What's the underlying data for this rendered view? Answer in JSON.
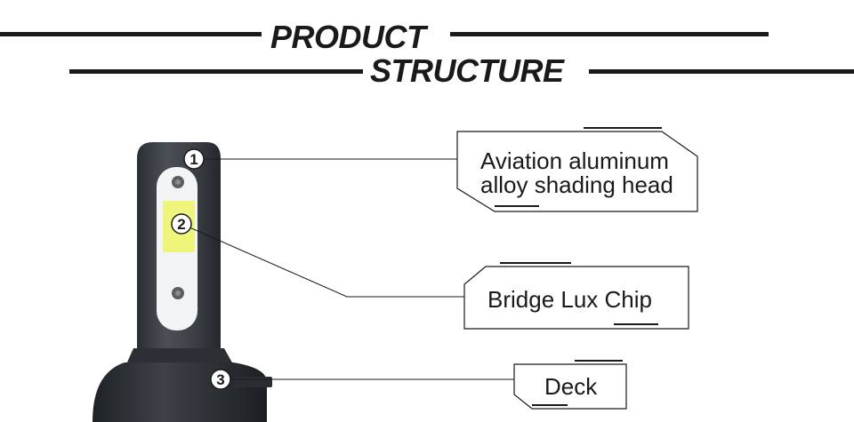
{
  "header": {
    "line1": "PRODUCT",
    "line2": "STRUCTURE"
  },
  "callouts": [
    {
      "number": "1",
      "label_line1": "Aviation aluminum",
      "label_line2": "alloy shading head"
    },
    {
      "number": "2",
      "label": "Bridge Lux Chip"
    },
    {
      "number": "3",
      "label": "Deck"
    }
  ],
  "colors": {
    "text": "#1a1a1a",
    "bulb_body": "#3a3f44",
    "chip": "#eef57a"
  }
}
